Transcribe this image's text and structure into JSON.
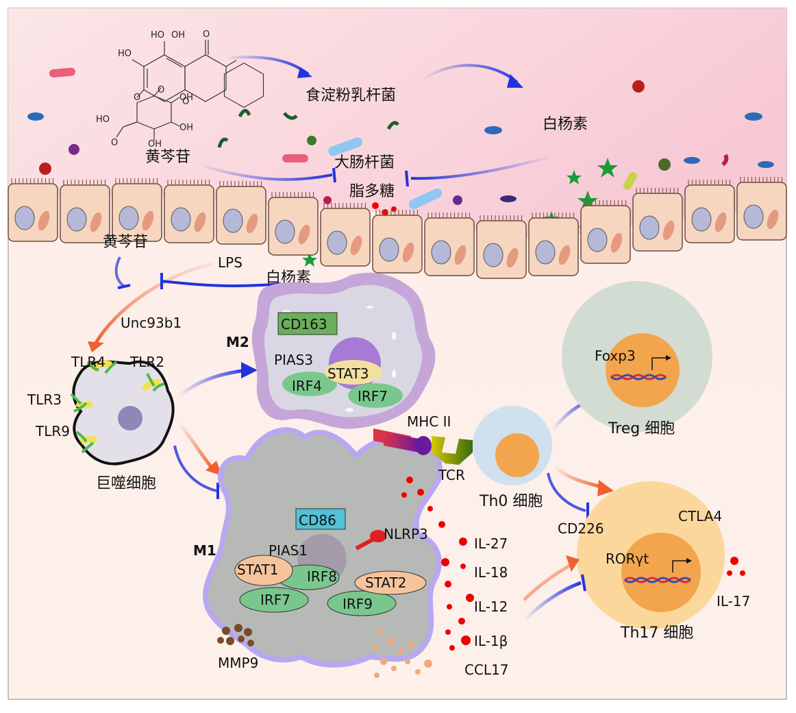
{
  "top": {
    "compound": "黄芩苷",
    "bacteria_good": "食淀粉乳杆菌",
    "metabolite": "白杨素",
    "bacteria_bad": "大肠杆菌",
    "lps": "脂多糖"
  },
  "chem": {
    "oh1": "HO",
    "oh2": "OH",
    "o_carbonyl": "O",
    "ho_left": "HO",
    "ring_o": "O",
    "o_link": "O",
    "o_sugar": "O",
    "oh_sugar1": "OH",
    "oh_sugar2": "OH",
    "ho_acid": "HO",
    "o_acid": "O",
    "oh_sugar3": "OH"
  },
  "pathway": {
    "baicalin": "黄芩苷",
    "lps": "LPS",
    "chrysin": "白杨素",
    "unc93b1": "Unc93b1"
  },
  "macrophage": {
    "label": "巨噬细胞",
    "tlr4": "TLR4",
    "tlr2": "TLR2",
    "tlr3": "TLR3",
    "tlr9": "TLR9"
  },
  "m2": {
    "label": "M2",
    "cd163": "CD163",
    "pias3": "PIAS3",
    "stat3": "STAT3",
    "irf4": "IRF4",
    "irf7": "IRF7"
  },
  "m1": {
    "label": "M1",
    "cd86": "CD86",
    "nlrp3": "NLRP3",
    "pias1": "PIAS1",
    "stat1": "STAT1",
    "irf8": "IRF8",
    "stat2": "STAT2",
    "irf7": "IRF7",
    "irf9": "IRF9",
    "mmp9": "MMP9"
  },
  "cytokines": [
    "IL-27",
    "IL-18",
    "IL-12",
    "IL-1β",
    "CCL17"
  ],
  "tcell": {
    "mhc": "MHC II",
    "tcr": "TCR",
    "th0": "Th0 细胞",
    "treg": "Treg 细胞",
    "foxp3": "Foxp3",
    "th17": "Th17 细胞",
    "rorgt": "RORγt",
    "cd226": "CD226",
    "ctla4": "CTLA4",
    "il17": "IL-17"
  },
  "colors": {
    "lumen": "#f9d2da",
    "tissue": "#fdeee6",
    "cell_epi": "#f7d6c0",
    "m2_outer": "#b79dcf",
    "m1_body": "#bcbcbc",
    "treg_outer": "#d3dcd3",
    "th17_outer": "#fcd79c",
    "nucleus_orange": "#f2a54d",
    "inhibit_blue": "#2233dd",
    "activate_orange": "#f06030"
  }
}
